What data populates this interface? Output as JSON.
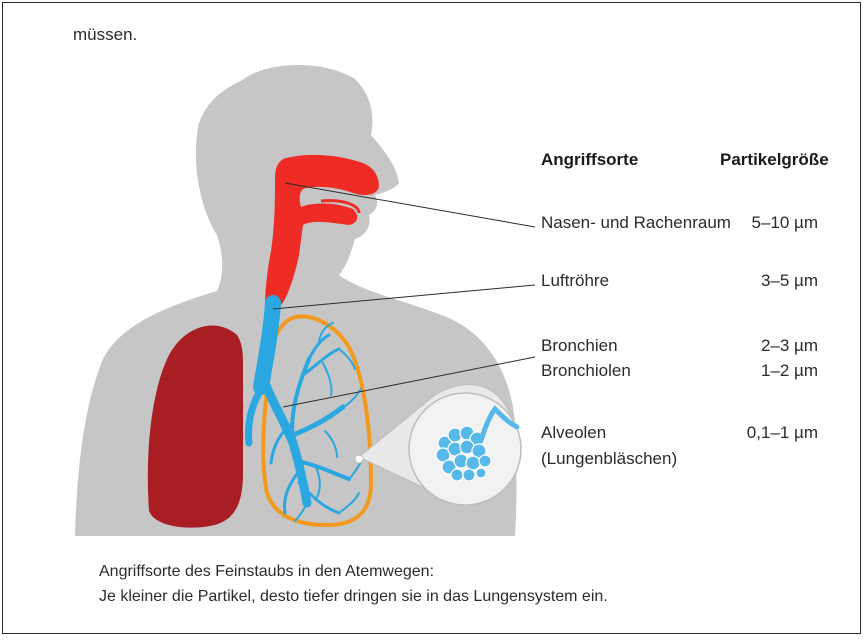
{
  "top_text": "müssen.",
  "table": {
    "header_site": "Angriffsorte",
    "header_size": "Partikelgröße",
    "rows": [
      {
        "site": "Nasen- und Rachenraum",
        "size": "5–10 µm"
      },
      {
        "site": "Luftröhre",
        "size": "3–5 µm"
      },
      {
        "site": "Bronchien",
        "size": "2–3 µm"
      },
      {
        "site": "Bronchiolen",
        "size": "1–2 µm"
      },
      {
        "site": "Alveolen",
        "size": "0,1–1 µm"
      },
      {
        "site": "(Lungenbläschen)",
        "size": ""
      }
    ]
  },
  "caption": {
    "line1": "Angriffsorte des Feinstaubs in den Atemwegen:",
    "line2": "Je kleiner die Partikel, desto tiefer dringen sie in das Lungensystem ein."
  },
  "colors": {
    "body_silhouette": "#c6c6c6",
    "upper_airway": "#ee2b24",
    "lower_airway": "#2aa7e0",
    "left_lung": "#a91e23",
    "lung_outline": "#f39a1e",
    "magnifier_fill": "#eeeeee"
  }
}
